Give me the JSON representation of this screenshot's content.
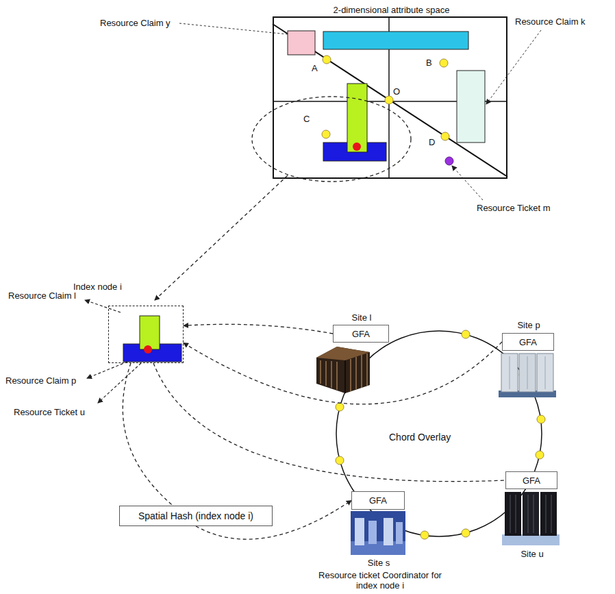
{
  "diagram": {
    "nodes": [
      {
        "text": [
          "2-dimensional attribute space"
        ]
      },
      {
        "text": [
          "Index node i"
        ]
      },
      {
        "text": [
          "Site l",
          "GFA"
        ]
      },
      {
        "text": [
          "Site p",
          "GFA"
        ]
      },
      {
        "text": [
          "GFA",
          "Site u"
        ]
      },
      {
        "text": [
          "Spatial Hash (index node i)"
        ]
      },
      {
        "text": [
          "GFA",
          "Site s"
        ]
      }
    ],
    "edges": [
      {
        "from": 2,
        "to": 1,
        "arrow": "to"
      },
      {
        "from": 3,
        "to": 1,
        "arrow": "to"
      },
      {
        "from": 1,
        "to": 4,
        "arrow": "none"
      },
      {
        "from": 1,
        "to": 5,
        "arrow": "none"
      },
      {
        "from": 5,
        "to": 6,
        "arrow": "to"
      }
    ],
    "labels": [
      "Resource Claim y",
      "Resource Claim k",
      "A",
      "B",
      "O",
      "C",
      "D",
      "Resource Ticket m",
      "Resource Claim l",
      "Resource Claim p",
      "Resource Ticket u",
      "Chord Overlay",
      "Resource ticket Coordinator for index node i"
    ]
  }
}
